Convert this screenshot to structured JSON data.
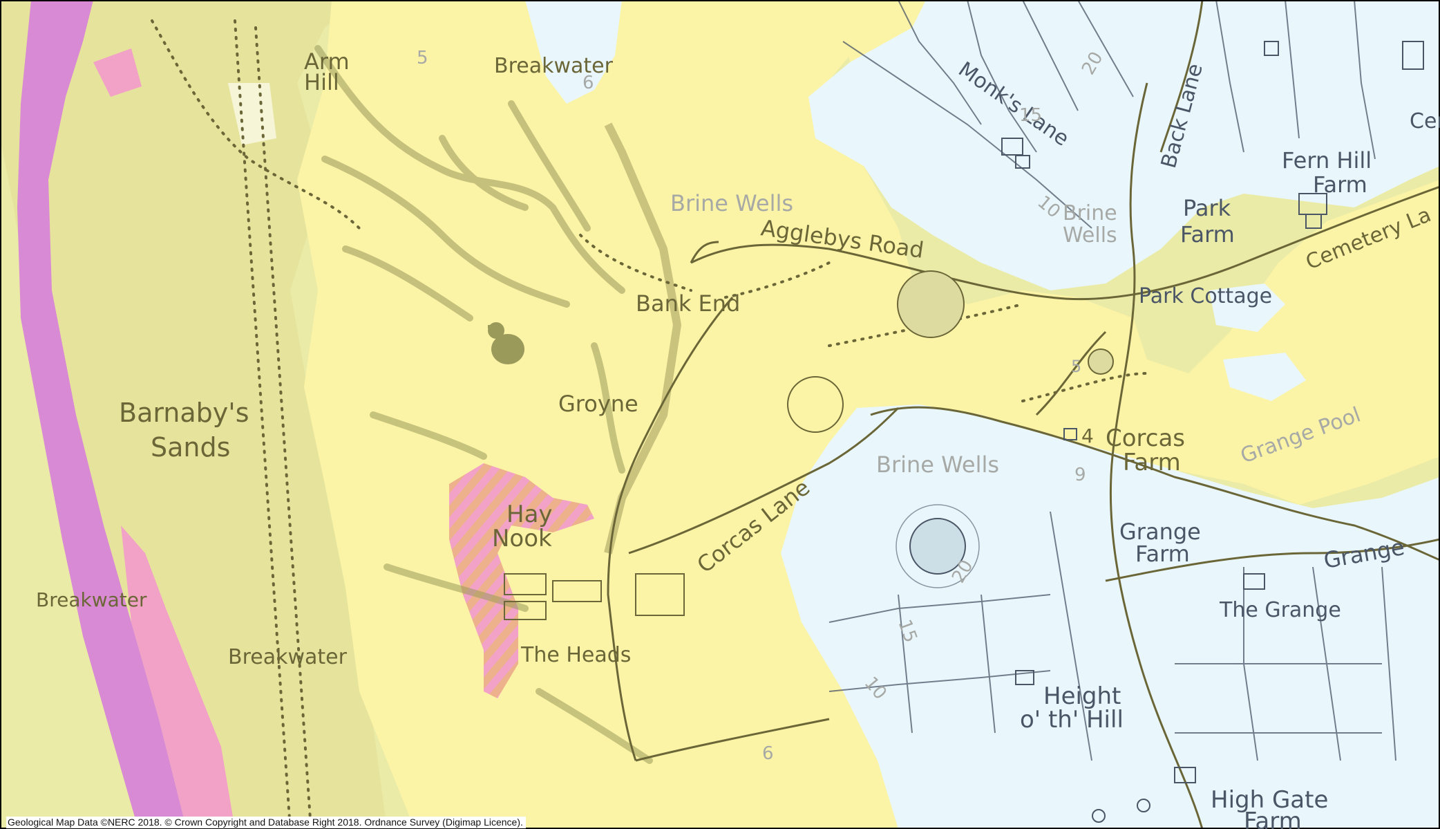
{
  "credit": "Geological Map Data ©NERC 2018. © Crown Copyright and Database Right 2018. Ordnance Survey (Digimap Licence).",
  "colors": {
    "beach_deposit": "#ebeba8",
    "sand_light": "#f7f5c0",
    "sand_yellow": "#fbf3a6",
    "till_blue": "#e9f7fc",
    "made_ground_magenta": "#d98ad4",
    "made_ground_pink": "#f2a2c6",
    "hatch_orange": "#ecb86e",
    "linework": "#6b6637",
    "blue_linework": "#4a5566"
  },
  "labels": {
    "arm_hill_1": "Arm",
    "arm_hill_2": "Hill",
    "breakwater_top": "Breakwater",
    "brine_wells_top": "Brine Wells",
    "agglebys_road": "Agglebys Road",
    "monks_lane": "Monk's Lane",
    "back_lane": "Back Lane",
    "brine_wells_mid_1": "Brine",
    "brine_wells_mid_2": "Wells",
    "park_farm_1": "Park",
    "park_farm_2": "Farm",
    "fern_hill_farm_1": "Fern Hill",
    "fern_hill_farm_2": "Farm",
    "cem_partial": "Cem",
    "cemetery_lane": "Cemetery La",
    "park_cottage": "Park Cottage",
    "bank_end": "Bank End",
    "barnabys_sands_1": "Barnaby's",
    "barnabys_sands_2": "Sands",
    "groyne": "Groyne",
    "brine_wells_low": "Brine Wells",
    "corcas_farm_1": "Corcas",
    "corcas_farm_2": "Farm",
    "grange_pool": "Grange Pool",
    "hay_nook_1": "Hay",
    "hay_nook_2": "Nook",
    "corcas_lane": "Corcas Lane",
    "grange_farm_1": "Grange",
    "grange_farm_2": "Farm",
    "grange_road": "Grange",
    "the_grange": "The Grange",
    "breakwater_left": "Breakwater",
    "breakwater_bottom": "Breakwater",
    "the_heads": "The Heads",
    "height_o_th_hill_1": "Height",
    "height_o_th_hill_2": "o' th' Hill",
    "high_gate_farm_1": "High Gate",
    "high_gate_farm_2": "Farm"
  },
  "contour_labels": [
    "5",
    "6",
    "20",
    "15",
    "10",
    "5",
    "4",
    "9",
    "20",
    "15",
    "10",
    "6"
  ]
}
